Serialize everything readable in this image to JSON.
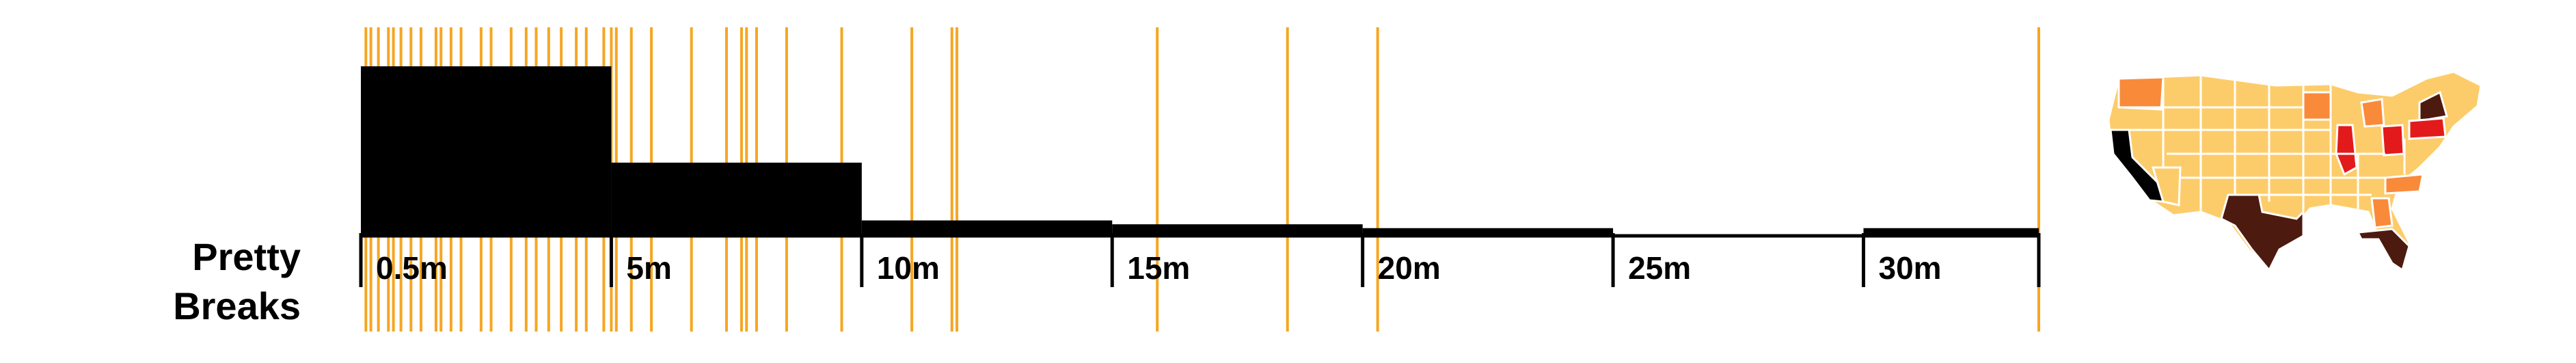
{
  "title_lines": [
    "Pretty",
    "Breaks"
  ],
  "colors": {
    "rug": "#f5a623",
    "bars": "#000000",
    "axis": "#000000",
    "map_light": "#fdcc6a",
    "map_mid": "#f98a3a",
    "map_high": "#e31a1c",
    "map_dark": "#4d1a0f",
    "map_max": "#000000"
  },
  "chart_data": {
    "type": "bar",
    "x_domain": [
      0,
      33.5
    ],
    "tick_labels": [
      "0.5m",
      "5m",
      "10m",
      "15m",
      "20m",
      "25m",
      "30m"
    ],
    "bins": [
      {
        "from": 0,
        "to": 5,
        "count": 44
      },
      {
        "from": 5,
        "to": 10,
        "count": 19
      },
      {
        "from": 10,
        "to": 15,
        "count": 4
      },
      {
        "from": 15,
        "to": 20,
        "count": 3
      },
      {
        "from": 20,
        "to": 25,
        "count": 2
      },
      {
        "from": 25,
        "to": 30,
        "count": 0
      },
      {
        "from": 30,
        "to": 33.5,
        "count": 2
      }
    ],
    "rug_values": [
      0.1,
      0.2,
      0.35,
      0.55,
      0.65,
      0.8,
      1.0,
      1.2,
      1.5,
      1.6,
      1.8,
      2.0,
      2.4,
      2.6,
      3.0,
      3.3,
      3.5,
      3.75,
      4.0,
      4.3,
      4.5,
      4.85,
      5.0,
      5.1,
      5.4,
      5.8,
      6.6,
      7.3,
      7.6,
      7.7,
      7.9,
      8.5,
      9.6,
      11.0,
      11.8,
      11.9,
      15.9,
      18.5,
      20.3,
      33.5
    ]
  },
  "map": {
    "legend": "US states choropleth",
    "states": [
      {
        "name": "WA",
        "level": "mid"
      },
      {
        "name": "OR",
        "level": "light"
      },
      {
        "name": "CA",
        "level": "max"
      },
      {
        "name": "TX",
        "level": "dark"
      },
      {
        "name": "FL",
        "level": "dark"
      },
      {
        "name": "NY",
        "level": "dark"
      },
      {
        "name": "IL",
        "level": "high"
      },
      {
        "name": "OH",
        "level": "high"
      },
      {
        "name": "PA",
        "level": "high"
      },
      {
        "name": "MI",
        "level": "mid"
      },
      {
        "name": "GA",
        "level": "mid"
      },
      {
        "name": "NC",
        "level": "mid"
      }
    ]
  }
}
